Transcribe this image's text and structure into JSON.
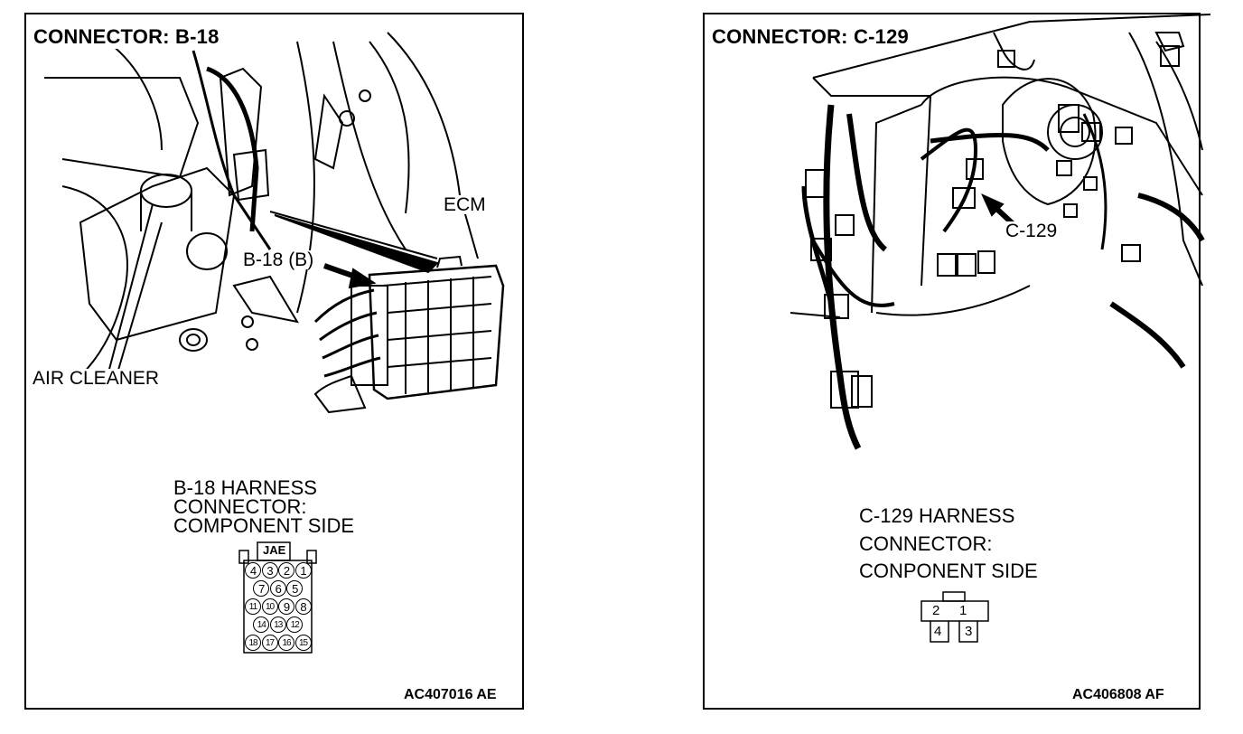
{
  "left_panel": {
    "title": "CONNECTOR: B-18",
    "labels": {
      "ecm": "ECM",
      "connector_ref": "B-18 (B)",
      "air_cleaner": "AIR CLEANER"
    },
    "harness_note": "B-18 HARNESS\nCONNECTOR:\nCOMPONENT SIDE",
    "connector_tag": "JAE",
    "pin_rows": [
      [
        "4",
        "3",
        "2",
        "1"
      ],
      [
        "7",
        "6",
        "5"
      ],
      [
        "11",
        "10",
        "9",
        "8"
      ],
      [
        "14",
        "13",
        "12"
      ],
      [
        "18",
        "17",
        "16",
        "15"
      ]
    ],
    "figure_code": "AC407016 AE"
  },
  "right_panel": {
    "title": "CONNECTOR: C-129",
    "labels": {
      "connector_ref": "C-129"
    },
    "harness_note": "C-129 HARNESS\nCONNECTOR:\nCONPONENT SIDE",
    "pin_rows": [
      [
        "2",
        "1"
      ],
      [
        "4",
        "3"
      ]
    ],
    "figure_code": "AC406808 AF"
  }
}
